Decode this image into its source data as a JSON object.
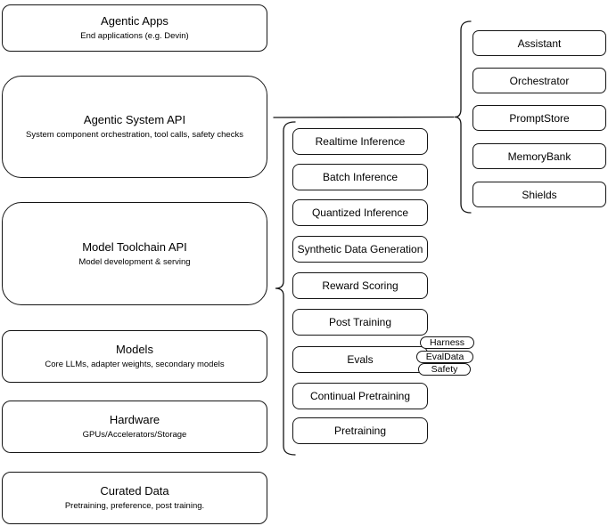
{
  "diagram": {
    "left_column": [
      {
        "title": "Agentic Apps",
        "subtitle": "End applications (e.g. Devin)"
      },
      {
        "title": "Agentic System API",
        "subtitle": "System component orchestration, tool calls, safety checks"
      },
      {
        "title": "Model Toolchain API",
        "subtitle": "Model development & serving"
      },
      {
        "title": "Models",
        "subtitle": "Core LLMs, adapter weights, secondary models"
      },
      {
        "title": "Hardware",
        "subtitle": "GPUs/Accelerators/Storage"
      },
      {
        "title": "Curated Data",
        "subtitle": "Pretraining, preference, post training."
      }
    ],
    "toolchain_items": [
      "Realtime Inference",
      "Batch Inference",
      "Quantized Inference",
      "Synthetic Data Generation",
      "Reward Scoring",
      "Post Training",
      "Evals",
      "Continual Pretraining",
      "Pretraining"
    ],
    "evals_badges": [
      "Harness",
      "EvalData",
      "Safety"
    ],
    "system_components": [
      "Assistant",
      "Orchestrator",
      "PromptStore",
      "MemoryBank",
      "Shields"
    ],
    "colors": {
      "background": "#ffffff",
      "stroke": "#141414",
      "node_fill": "#ffffff",
      "text": "#000000"
    }
  }
}
